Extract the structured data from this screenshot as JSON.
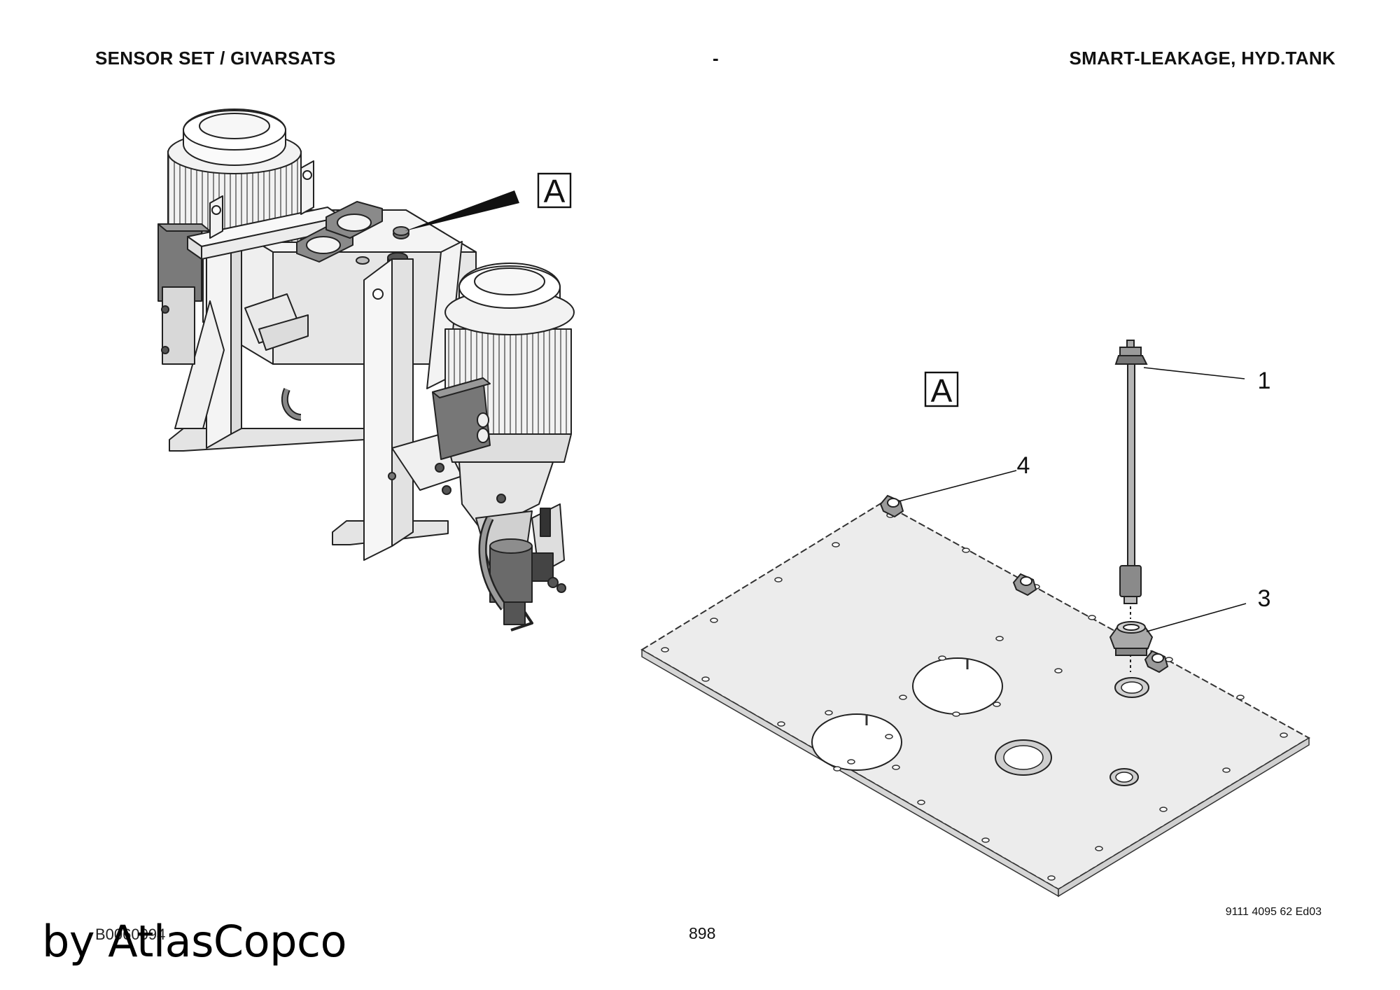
{
  "header": {
    "left_title": "SENSOR SET / GIVARSATS",
    "center_title": "-",
    "right_title": "SMART-LEAKAGE, HYD.TANK"
  },
  "views": {
    "detail_marker": "A",
    "detail_title": "A"
  },
  "callouts": [
    {
      "label": "1"
    },
    {
      "label": "3"
    },
    {
      "label": "4"
    }
  ],
  "footer": {
    "doc_number": "9111 4095 62 Ed03",
    "drawing_id": "B0060094",
    "page_number": "898",
    "watermark": "by AtlasCopco"
  }
}
